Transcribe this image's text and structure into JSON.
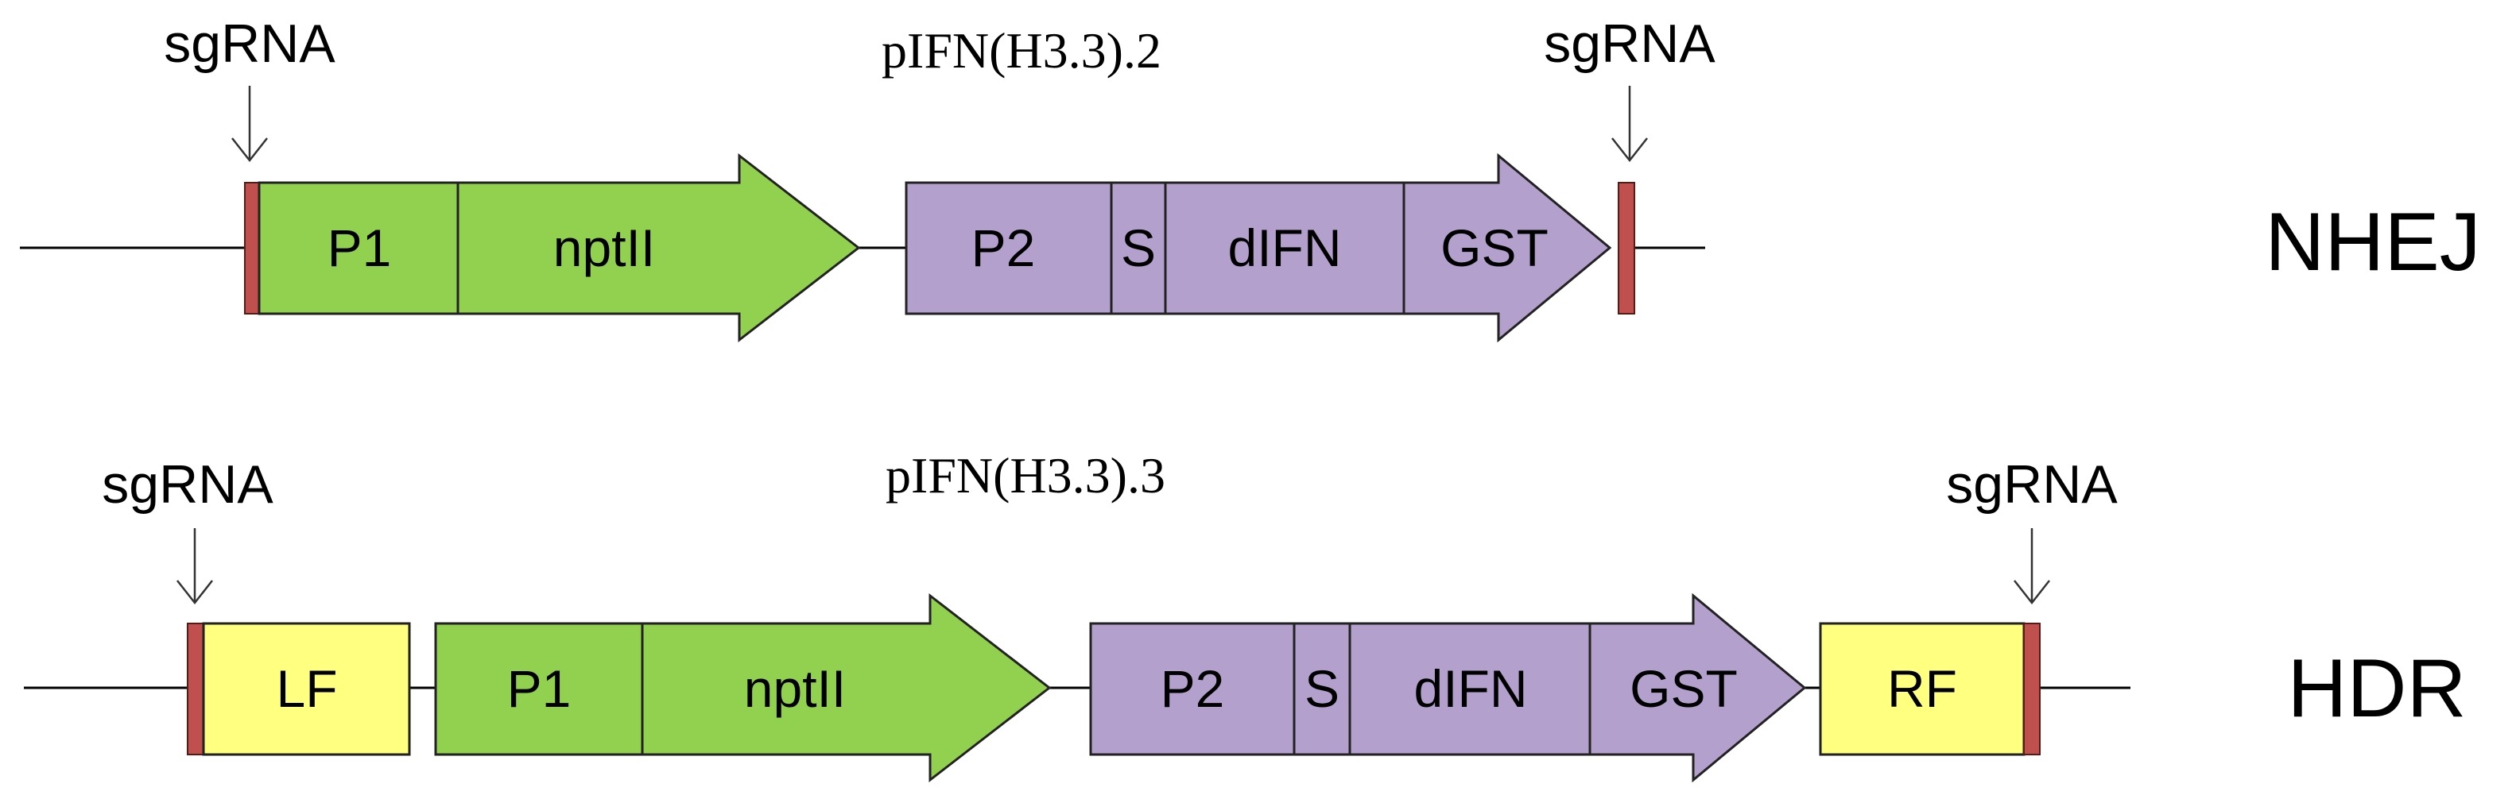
{
  "colors": {
    "green": "#92d050",
    "purple": "#b4a0cc",
    "yellow": "#ffff80",
    "site": "#c0504d"
  },
  "top": {
    "title": "pIFN(H3.3).2",
    "side_label": "NHEJ",
    "sgrna_left": "sgRNA",
    "sgrna_right": "sgRNA",
    "p1": "P1",
    "nptii": "nptII",
    "p2": "P2",
    "s": "S",
    "difn": "dIFN",
    "gst": "GST"
  },
  "bottom": {
    "title": "pIFN(H3.3).3",
    "side_label": "HDR",
    "sgrna_left": "sgRNA",
    "sgrna_right": "sgRNA",
    "lf": "LF",
    "p1": "P1",
    "nptii": "nptII",
    "p2": "P2",
    "s": "S",
    "difn": "dIFN",
    "gst": "GST",
    "rf": "RF"
  }
}
